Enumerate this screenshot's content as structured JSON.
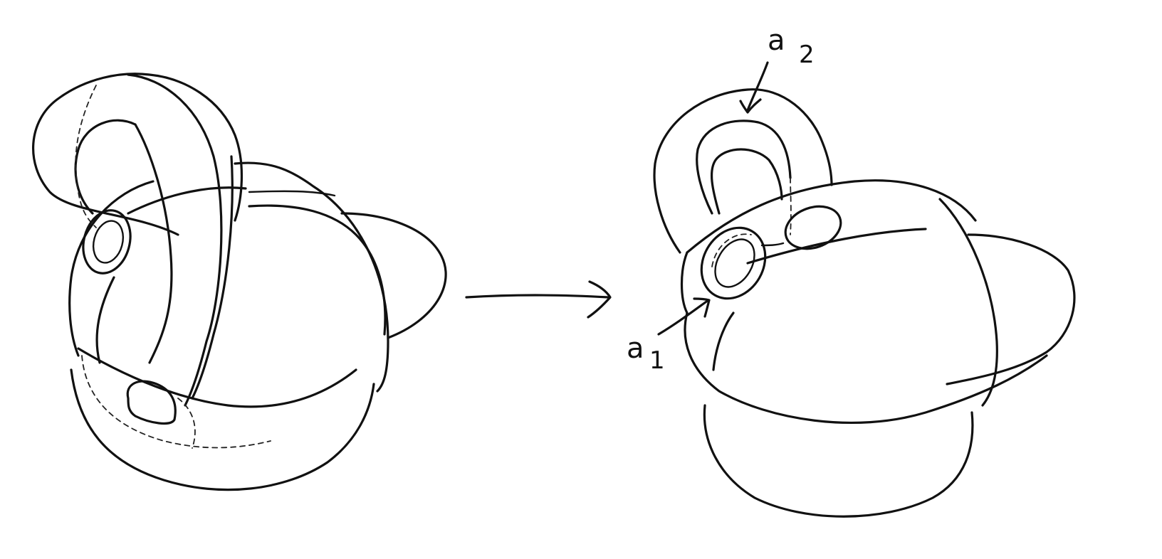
{
  "labels": {
    "a1_letter": "a",
    "a1_index": "1",
    "a2_letter": "a",
    "a2_index": "2"
  },
  "colors": {
    "ink": "#111111",
    "paper": "#ffffff"
  }
}
